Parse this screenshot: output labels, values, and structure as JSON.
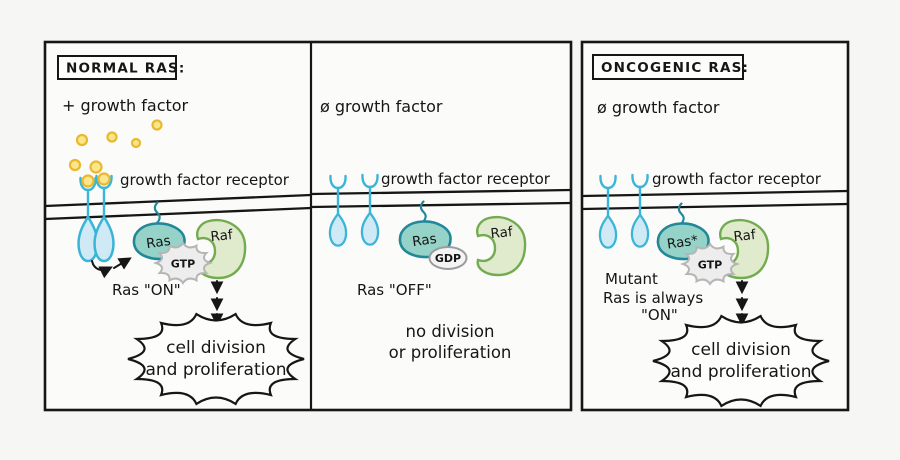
{
  "diagram_title": "Normal vs Oncogenic Ras signaling",
  "colors": {
    "background": "#f6f6f4",
    "panel_fill": "#fbfbfa",
    "ink": "#161616",
    "receptor_fill": "#cfeaf5",
    "receptor_stroke": "#3ab5d8",
    "growth_factor_fill": "#fbe68b",
    "growth_factor_stroke": "#e9b92d",
    "ras_fill": "#95d2c7",
    "ras_stroke": "#23879a",
    "raf_fill": "#e0eacd",
    "raf_stroke": "#73ab50",
    "gtp_fill": "#ededed",
    "gtp_stroke": "#b5b5b5",
    "gdp_fill": "#f4f4f4",
    "gdp_stroke": "#9c9c9c",
    "bubble_fill": "#fdfdfc"
  },
  "panels": [
    {
      "id": "normal-ras",
      "title": "NORMAL RAS:",
      "growth_factor_label": "+ growth factor",
      "receptor_label": "growth factor receptor",
      "ras_label": "Ras",
      "raf_label": "Raf",
      "nucleotide_label": "GTP",
      "state_label": "Ras \"ON\"",
      "outcome_line1": "cell division",
      "outcome_line2": "and proliferation"
    },
    {
      "id": "no-growth-factor",
      "growth_factor_label": "ø growth factor",
      "receptor_label": "growth factor receptor",
      "ras_label": "Ras",
      "raf_label": "Raf",
      "nucleotide_label": "GDP",
      "state_label": "Ras \"OFF\"",
      "outcome_line1": "no division",
      "outcome_line2": "or proliferation"
    },
    {
      "id": "oncogenic-ras",
      "title": "ONCOGENIC RAS:",
      "growth_factor_label": "ø growth factor",
      "receptor_label": "growth factor receptor",
      "ras_label": "Ras*",
      "raf_label": "Raf",
      "nucleotide_label": "GTP",
      "state_line1": "Mutant",
      "state_line2": "Ras is always",
      "state_line3": "\"ON\"",
      "outcome_line1": "cell division",
      "outcome_line2": "and proliferation"
    }
  ]
}
